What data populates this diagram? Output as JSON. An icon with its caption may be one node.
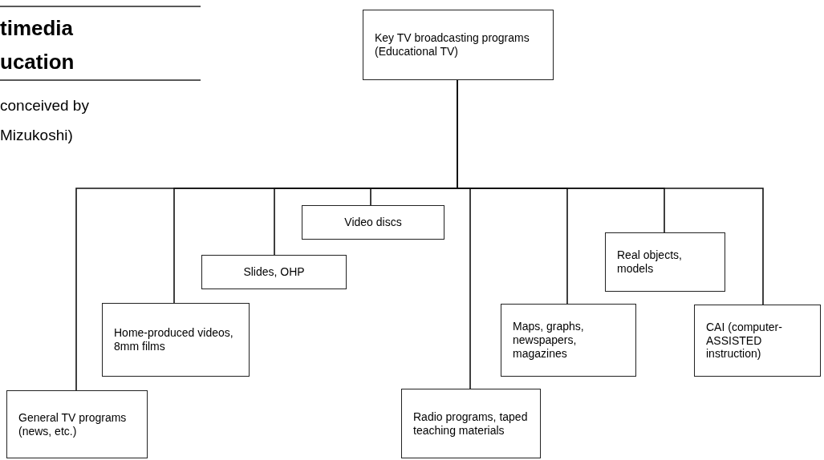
{
  "diagram": {
    "title": "timedia ucation",
    "nodes": [
      {
        "text": [
          "Key TV broadcasting programs (Educational TV)"
        ]
      },
      {
        "text": [
          "General TV programs (news, etc.)"
        ]
      },
      {
        "text": [
          "Home-produced videos, 8mm films"
        ]
      },
      {
        "text": [
          "Slides, OHP"
        ]
      },
      {
        "text": [
          "Video discs"
        ]
      },
      {
        "text": [
          "Radio programs, taped teaching materials"
        ]
      },
      {
        "text": [
          "Maps, graphs, newspapers, magazines"
        ]
      },
      {
        "text": [
          "Real objects, models"
        ]
      },
      {
        "text": [
          "CAI (computer-ASSISTED instruction)"
        ]
      }
    ],
    "edges": [
      {
        "from": 0,
        "to": 1,
        "arrow": "none"
      },
      {
        "from": 0,
        "to": 2,
        "arrow": "none"
      },
      {
        "from": 0,
        "to": 3,
        "arrow": "none"
      },
      {
        "from": 0,
        "to": 4,
        "arrow": "none"
      },
      {
        "from": 0,
        "to": 5,
        "arrow": "none"
      },
      {
        "from": 0,
        "to": 6,
        "arrow": "none"
      },
      {
        "from": 0,
        "to": 7,
        "arrow": "none"
      },
      {
        "from": 0,
        "to": 8,
        "arrow": "none"
      }
    ],
    "labels": [
      "conceived by",
      "Mizukoshi)"
    ]
  }
}
